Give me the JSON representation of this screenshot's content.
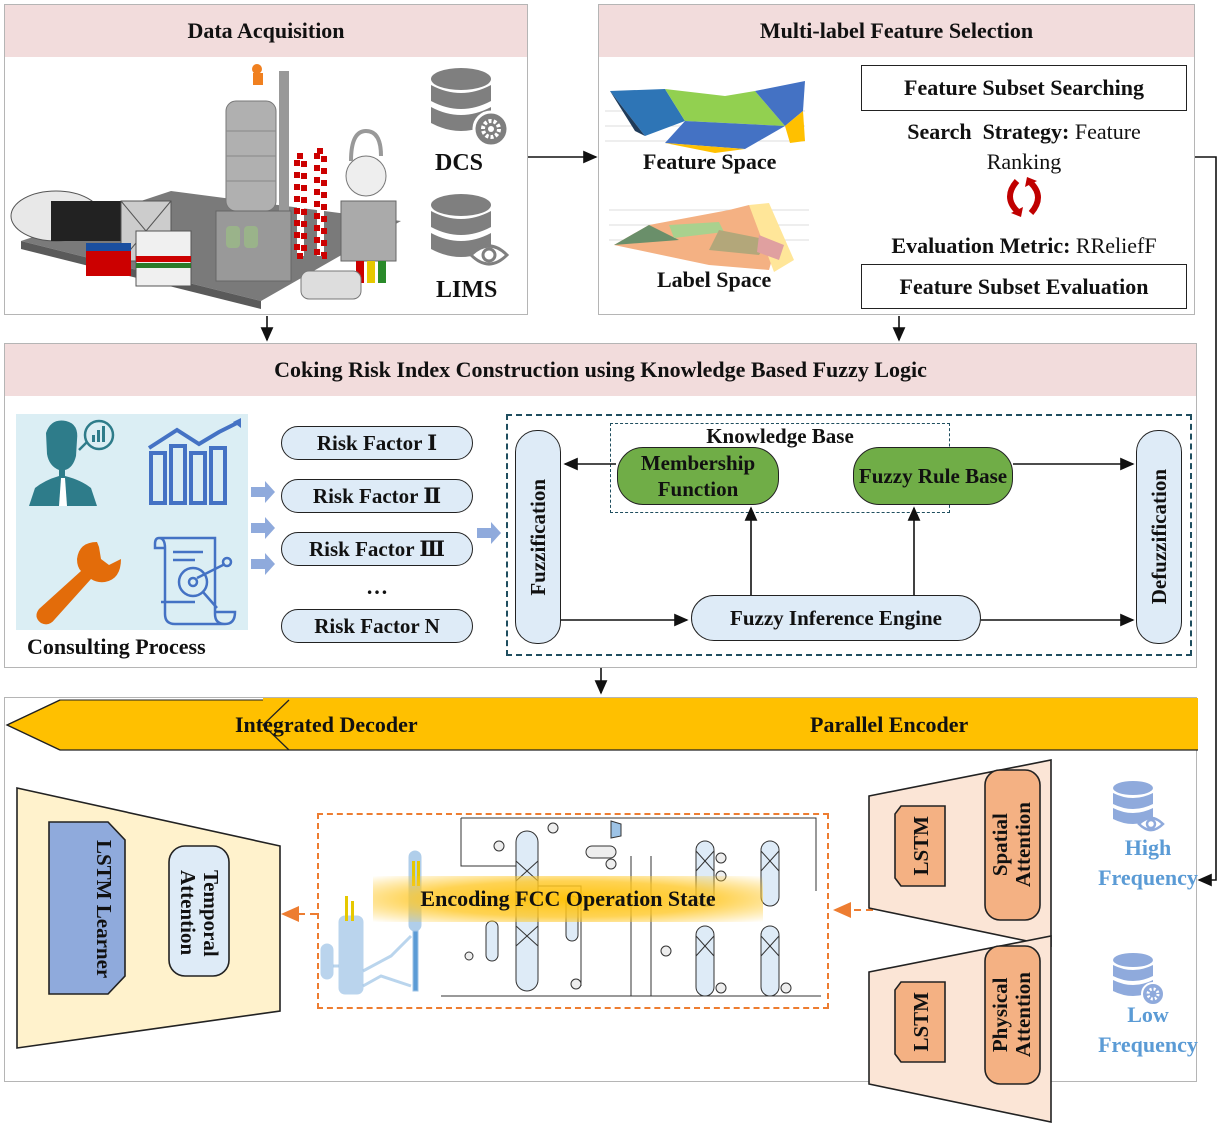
{
  "data_acquisition": {
    "title": "Data Acquisition",
    "image_alt": "refinery plant model",
    "sources": [
      {
        "label": "DCS",
        "icon": "database-gear-icon"
      },
      {
        "label": "LIMS",
        "icon": "database-eye-icon"
      }
    ]
  },
  "feature_selection": {
    "title": "Multi-label Feature Selection",
    "feature_space_label": "Feature Space",
    "label_space_label": "Label Space",
    "subset_searching": "Feature Subset Searching",
    "search_strategy_key": "Search  Strategy:",
    "search_strategy_value_1": "Feature",
    "search_strategy_value_2": "Ranking",
    "cycle_icon": "refresh-cycle-icon",
    "evaluation_metric_key": "Evaluation Metric:",
    "evaluation_metric_value": "RReliefF",
    "subset_evaluation": "Feature Subset Evaluation"
  },
  "risk_index": {
    "title": "Coking Risk Index Construction using Knowledge Based Fuzzy Logic",
    "consulting_label": "Consulting Process",
    "consulting_icons": [
      "expert-icon",
      "bar-chart-trend-icon",
      "wrench-icon",
      "document-analysis-icon"
    ],
    "risk_factors": [
      "Risk Factor  Ⅰ",
      "Risk Factor  Ⅱ",
      "Risk Factor Ⅲ",
      "…",
      "Risk Factor N"
    ],
    "fuzzy": {
      "fuzzification": "Fuzzification",
      "knowledge_base": "Knowledge Base",
      "membership_function_1": "Membership",
      "membership_function_2": "Function",
      "rule_base": "Fuzzy Rule Base",
      "inference_engine": "Fuzzy Inference Engine",
      "defuzzification": "Defuzzification"
    }
  },
  "model": {
    "decoder_label": "Integrated Decoder",
    "encoder_label": "Parallel Encoder",
    "decoder_block": {
      "lstm": "LSTM Learner",
      "attention_1": "Temporal",
      "attention_2": "Attention"
    },
    "encoding_state_label": "Encoding FCC Operation State",
    "encoders": [
      {
        "lstm": "LSTM",
        "attention_1": "Spatial",
        "attention_2": "Attention",
        "source_1": "High",
        "source_2": "Frequency",
        "icon": "database-eye-icon"
      },
      {
        "lstm": "LSTM",
        "attention_1": "Physical",
        "attention_2": "Attention",
        "source_1": "Low",
        "source_2": "Frequency",
        "icon": "database-gear-icon"
      }
    ]
  },
  "colors": {
    "panel_header": "#f2dcdc",
    "arrow_banner": "#ffc000",
    "fuzzy_green": "#70ad47",
    "pill_blue": "#deebf7",
    "consulting_bg": "#dbeef4",
    "decoder_bg": "#fff2cc",
    "encoder_bg": "#fbe5d6",
    "encoder_block": "#f4b183",
    "lstm_blue": "#8faadc",
    "dashed_orange": "#ed7d31",
    "dashed_teal": "#1f4e5f",
    "freq_blue": "#5b9bd5",
    "cycle_red": "#c00000"
  }
}
